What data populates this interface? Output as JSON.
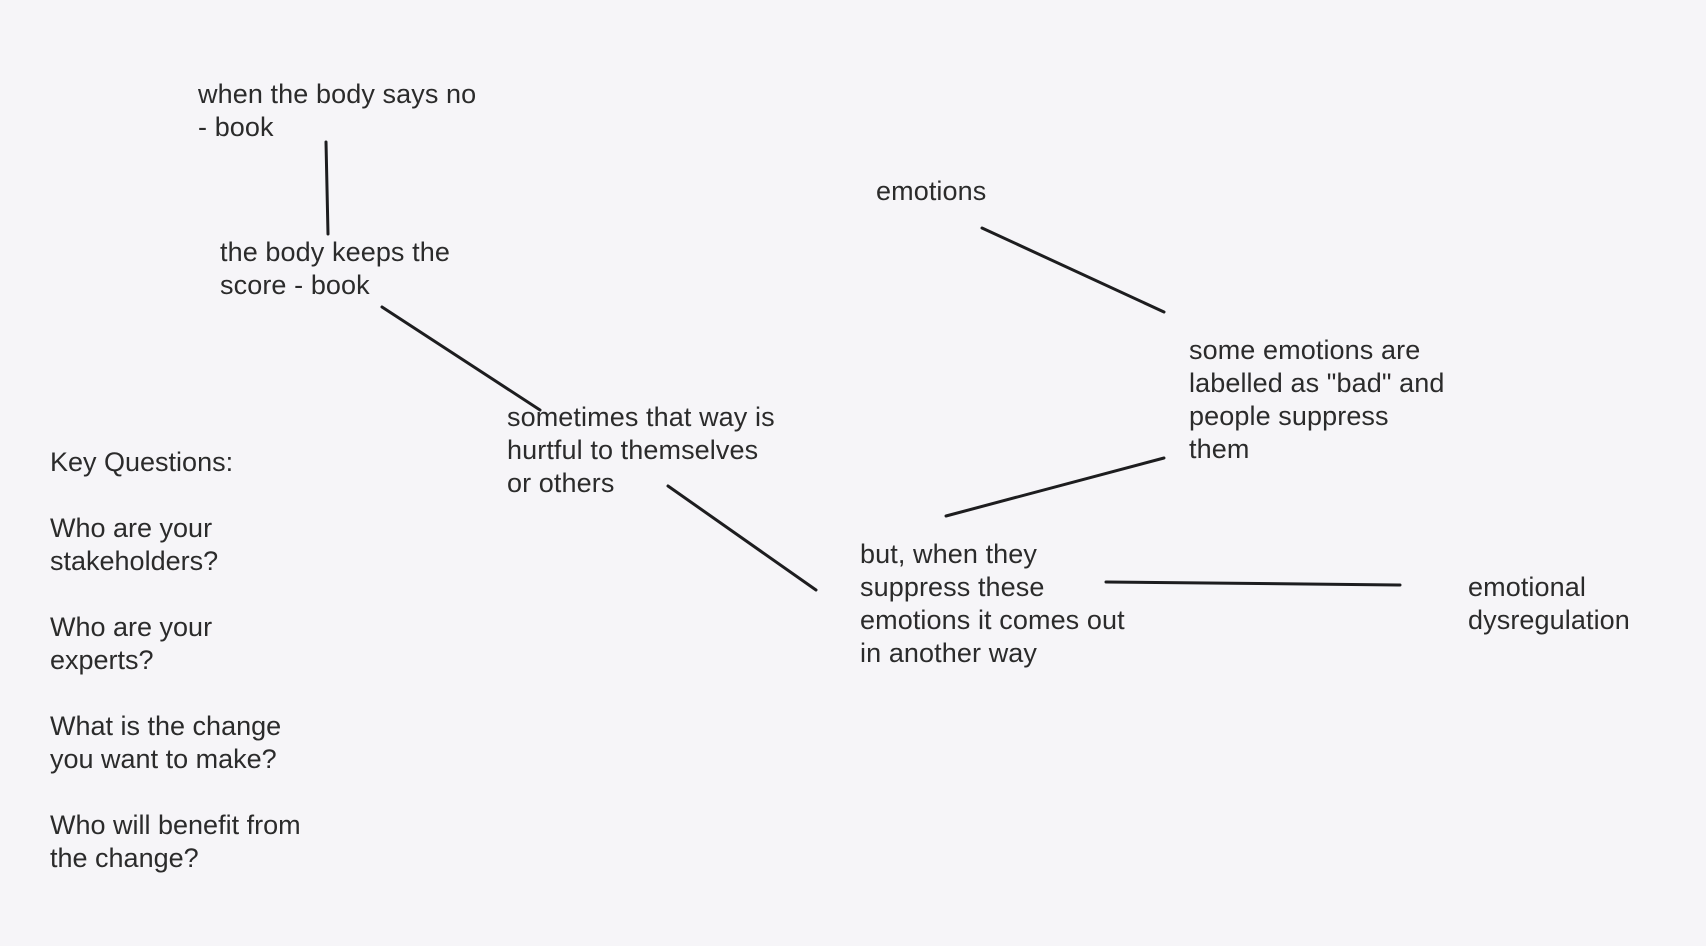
{
  "diagram": {
    "nodes": {
      "when_body_says_no": "when the body says no\n- book",
      "body_keeps_score": "the body keeps the\nscore - book",
      "emotions": "emotions",
      "some_emotions_bad": "some emotions are\nlabelled as \"bad\" and\npeople suppress\nthem",
      "sometimes_hurtful": "sometimes that way is\nhurtful to themselves\nor others",
      "when_they_suppress": "but, when they\nsuppress these\nemotions it comes out\nin another way",
      "emotional_dysregulation": "emotional\ndysregulation"
    },
    "edges": [
      [
        "when_body_says_no",
        "body_keeps_score"
      ],
      [
        "body_keeps_score",
        "sometimes_hurtful"
      ],
      [
        "emotions",
        "some_emotions_bad"
      ],
      [
        "some_emotions_bad",
        "when_they_suppress"
      ],
      [
        "sometimes_hurtful",
        "when_they_suppress"
      ],
      [
        "when_they_suppress",
        "emotional_dysregulation"
      ]
    ],
    "line_color": "#1d1d1f",
    "background_color": "#f6f5f8"
  },
  "key_questions": {
    "title": "Key Questions:",
    "items": [
      "Who are your\nstakeholders?",
      "Who are your\nexperts?",
      "What is the change\nyou want to make?",
      "Who will benefit from\nthe change?"
    ]
  }
}
